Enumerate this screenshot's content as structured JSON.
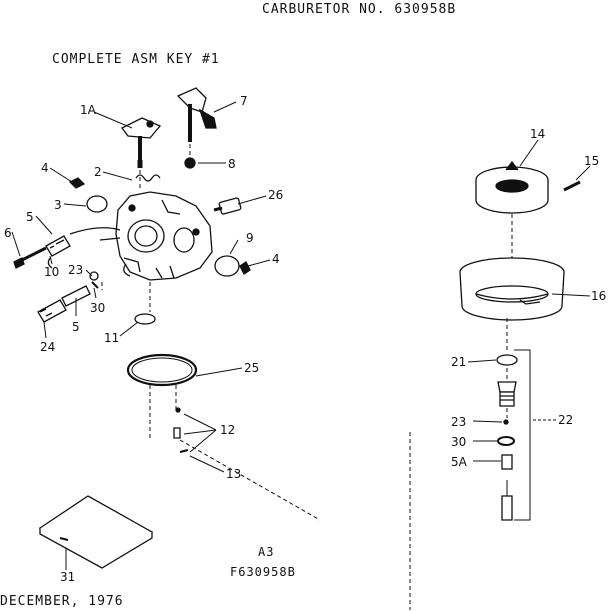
{
  "header": {
    "title": "CARBURETOR NO. 630958B",
    "subtitle": "COMPLETE ASM KEY #1"
  },
  "footer": {
    "ref_a3": "A3",
    "ref_code": "F630958B",
    "date": "DECEMBER, 1976"
  },
  "callouts": {
    "c1a": "1A",
    "c2": "2",
    "c3": "3",
    "c4a": "4",
    "c4b": "4",
    "c5a": "5",
    "c5b": "5",
    "c6": "6",
    "c7": "7",
    "c8": "8",
    "c9": "9",
    "c10": "10",
    "c11": "11",
    "c12": "12",
    "c13": "13",
    "c14": "14",
    "c15": "15",
    "c16": "16",
    "c21": "21",
    "c22": "22",
    "c23a": "23",
    "c23b": "23",
    "c24": "24",
    "c25": "25",
    "c26": "26",
    "c30a": "30",
    "c30b": "30",
    "c31": "31",
    "c5A": "5A"
  }
}
